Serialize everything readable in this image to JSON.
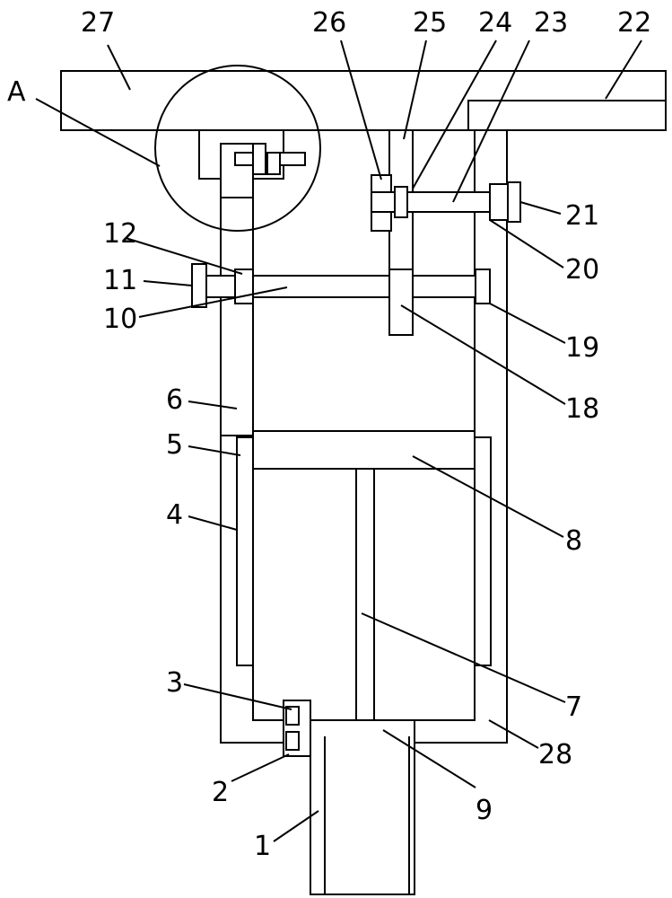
{
  "labels": {
    "A": "A",
    "n1": "1",
    "n2": "2",
    "n3": "3",
    "n4": "4",
    "n5": "5",
    "n6": "6",
    "n7": "7",
    "n8": "8",
    "n9": "9",
    "n10": "10",
    "n11": "11",
    "n12": "12",
    "n18": "18",
    "n19": "19",
    "n20": "20",
    "n21": "21",
    "n22": "22",
    "n23": "23",
    "n24": "24",
    "n25": "25",
    "n26": "26",
    "n27": "27",
    "n28": "28"
  }
}
